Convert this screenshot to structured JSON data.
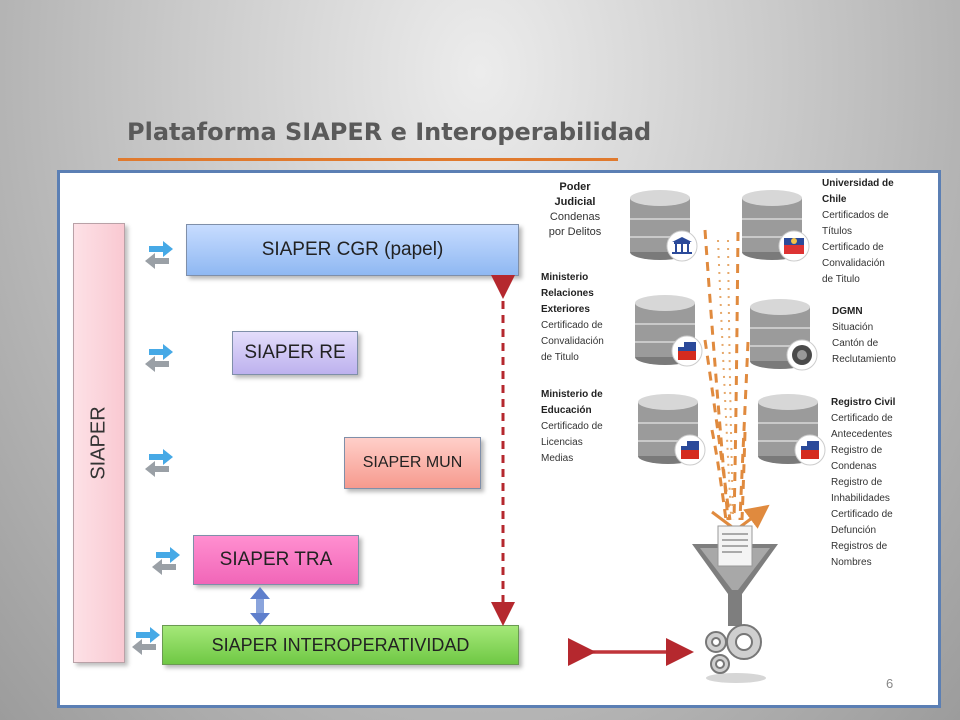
{
  "title": "Plataforma SIAPER e Interoperabilidad",
  "siaper_label": "SIAPER",
  "boxes": {
    "cgr": "SIAPER CGR (papel)",
    "re": "SIAPER RE",
    "mun": "SIAPER MUN",
    "tra": "SIAPER TRA",
    "interoperatividad": "SIAPER INTEROPERATIVIDAD"
  },
  "sources": {
    "poder_judicial": {
      "name_1": "Poder",
      "name_2": "Judicial",
      "desc_1": "Condenas",
      "desc_2": "por Delitos"
    },
    "uchile": {
      "lines": [
        "Universidad de",
        "Chile"
      ],
      "desc": [
        "Certificados de",
        "Títulos",
        "Certificado de",
        "Convalidación",
        "de Titulo"
      ]
    },
    "minrel": {
      "lines": [
        "Ministerio",
        "Relaciones",
        "Exteriores"
      ],
      "desc": [
        "Certificado de",
        "Convalidación",
        "de Titulo"
      ]
    },
    "dgmn": {
      "lines": [
        "DGMN"
      ],
      "desc": [
        "Situación",
        "Cantón de",
        "Reclutamiento"
      ]
    },
    "mineduc": {
      "lines": [
        "Ministerio de",
        "Educación"
      ],
      "desc": [
        "Certificado de",
        "Licencias",
        "Medias"
      ]
    },
    "registro_civil": {
      "lines": [
        "Registro Civil"
      ],
      "desc": [
        "Certificado de",
        "Antecedentes",
        "Registro de",
        "Condenas",
        "Registro de",
        "Inhabilidades",
        "Certificado de",
        "Defunción",
        "Registros de",
        "Nombres"
      ]
    }
  },
  "page_number": "6",
  "colors": {
    "accent": "#e07a2e",
    "panel_border": "#5b7fb4",
    "dashed_red": "#b5282e",
    "dashed_orange": "#e08a3e"
  }
}
